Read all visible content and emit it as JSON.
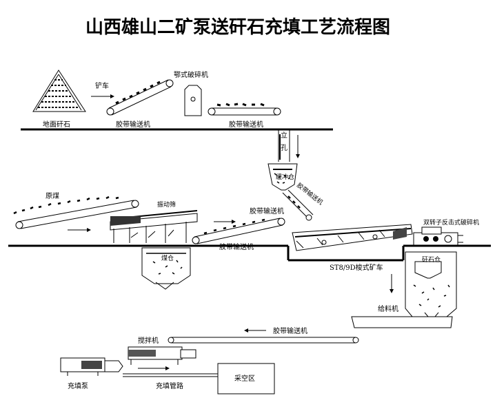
{
  "title": "山西雄山二矿泵送矸石充填工艺流程图",
  "labels": {
    "ground_gangue": "地面矸石",
    "shovel_car": "铲车",
    "belt_conveyor_1": "胶带输送机",
    "jaw_crusher": "鄂式破碎机",
    "belt_conveyor_2": "胶带输送机",
    "vertical_shaft": "立孔",
    "buffer_bin": "缓冲仓",
    "belt_conveyor_3": "胶带输送机",
    "raw_coal": "原煤",
    "vibrating_screen": "振动筛",
    "belt_conveyor_4": "胶带输送机",
    "belt_conveyor_5": "胶带输送机",
    "coal_bin": "煤仓",
    "mine_car": "ST8/9D梭式矿车",
    "double_rotor_crusher": "双转子反击式破碎机",
    "gangue_bin": "矸石仓",
    "feeder": "给料机",
    "belt_conveyor_6": "胶带输送机",
    "mixer": "搅拌机",
    "filling_pump": "充填泵",
    "filling_pipeline": "充填管路",
    "goaf": "采空区"
  }
}
